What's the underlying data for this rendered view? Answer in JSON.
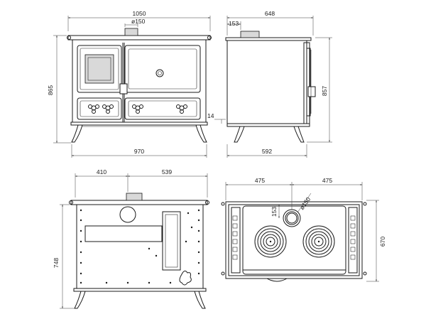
{
  "views": {
    "front": {
      "width": "1050",
      "flue_diameter": "ø150",
      "height": "865",
      "base_width": "970"
    },
    "side": {
      "depth": "648",
      "flue_offset": "153",
      "height": "857",
      "leg_height": "14",
      "base_depth": "592"
    },
    "back": {
      "left_offset": "410",
      "right_offset": "539",
      "height": "748"
    },
    "top": {
      "left_offset": "475",
      "right_offset": "475",
      "flue_diameter": "ø150",
      "flue_offset": "153",
      "depth": "670"
    }
  }
}
